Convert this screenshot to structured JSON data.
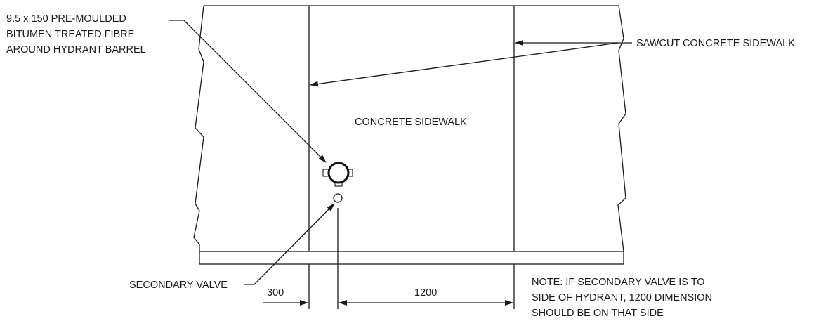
{
  "labels": {
    "fibre_line1": "9.5 x 150 PRE-MOULDED",
    "fibre_line2": "BITUMEN TREATED FIBRE",
    "fibre_line3": "AROUND HYDRANT BARREL",
    "sawcut": "SAWCUT CONCRETE SIDEWALK",
    "sidewalk": "CONCRETE SIDEWALK",
    "secondary_valve": "SECONDARY VALVE",
    "dim_300": "300",
    "dim_1200": "1200",
    "note_line1": "NOTE: IF SECONDARY VALVE IS TO",
    "note_line2": "SIDE OF HYDRANT, 1200 DIMENSION",
    "note_line3": "SHOULD BE ON THAT SIDE"
  }
}
